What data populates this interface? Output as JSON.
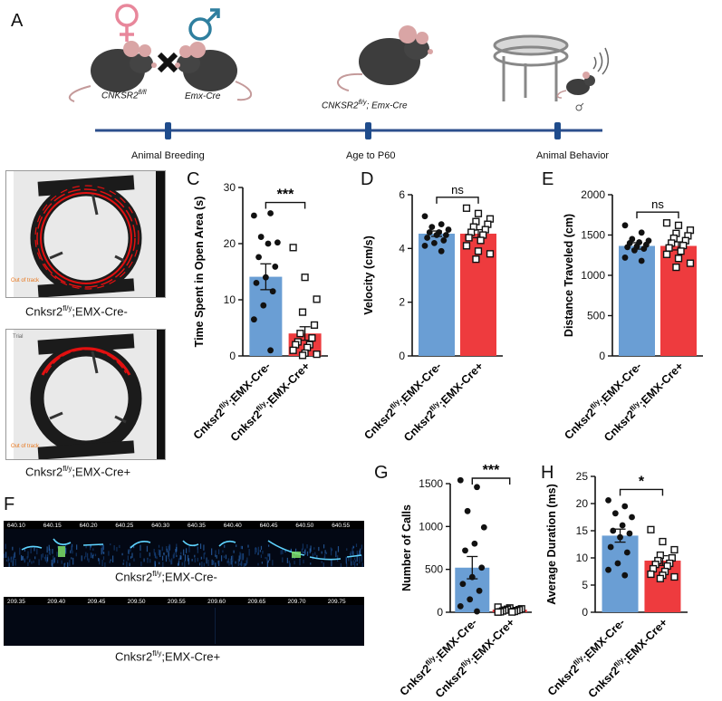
{
  "panels": {
    "A": "A",
    "B": "B",
    "C": "C",
    "D": "D",
    "E": "E",
    "F": "F",
    "G": "G",
    "H": "H"
  },
  "timeline": {
    "female_strain": "CNKSR2",
    "female_sup": "fl/fl",
    "male_strain": "Emx-Cre",
    "offspring_pre": "CNKSR2",
    "offspring_sup": "fl/y",
    "offspring_post": "; Emx-Cre",
    "events": [
      "Animal Breeding",
      "Age to P60",
      "Animal Behavior"
    ]
  },
  "genotypes": {
    "ctrl_pre": "Cnksr2",
    "ctrl_sup": "fl/y",
    "ctrl_post": ";EMX-Cre-",
    "ko_pre": "Cnksr2",
    "ko_sup": "fl/y",
    "ko_post": ";EMX-Cre+"
  },
  "arena_labels": {
    "trial": "Trial",
    "out_of_track": "Out of track"
  },
  "spectrogram": {
    "ctrl_ticks": [
      "640.10",
      "640.15",
      "640.20",
      "640.25",
      "640.30",
      "640.35",
      "640.40",
      "640.45",
      "640.50",
      "640.55"
    ],
    "ko_ticks": [
      "209.35",
      "209.40",
      "209.45",
      "209.50",
      "209.55",
      "209.60",
      "209.65",
      "209.70",
      "209.75"
    ]
  },
  "colors": {
    "control": "#6a9ed4",
    "knockout": "#ee3b3e",
    "timeline": "#2c4f8c",
    "marker": "#1f4c8c"
  },
  "chart_data": [
    {
      "id": "C",
      "type": "bar",
      "ylabel": "Time Spent in Open Area (s)",
      "ylim": [
        0,
        30
      ],
      "yticks": [
        0,
        10,
        20,
        30
      ],
      "values": [
        14.1,
        4.0
      ],
      "errors": [
        2.3,
        1.2
      ],
      "sig": "***",
      "points": [
        [
          25.0,
          25.4,
          21.2,
          20.2,
          20.0,
          17.6,
          15.9,
          14.0,
          13.0,
          11.5,
          9.0,
          6.5,
          1.0
        ],
        [
          19.3,
          14.0,
          10.1,
          7.8,
          5.5,
          4.0,
          3.2,
          2.5,
          2.0,
          2.0,
          1.5,
          1.0,
          0.5,
          0.3,
          0.1
        ]
      ]
    },
    {
      "id": "D",
      "type": "bar",
      "ylabel": "Velocity (cm/s)",
      "ylim": [
        0,
        6
      ],
      "yticks": [
        0,
        2,
        4,
        6
      ],
      "values": [
        4.55,
        4.55
      ],
      "errors": [
        0.1,
        0.15
      ],
      "sig": "ns",
      "points": [
        [
          5.2,
          4.9,
          4.8,
          4.7,
          4.6,
          4.6,
          4.5,
          4.5,
          4.4,
          4.3,
          4.2,
          4.1,
          3.9
        ],
        [
          5.5,
          5.3,
          5.1,
          5.0,
          4.9,
          4.8,
          4.7,
          4.6,
          4.5,
          4.4,
          4.3,
          4.1,
          3.9,
          3.8,
          3.6
        ]
      ]
    },
    {
      "id": "E",
      "type": "bar",
      "ylabel": "Distance Traveled (cm)",
      "ylim": [
        0,
        2000
      ],
      "yticks": [
        0,
        500,
        1000,
        1500,
        2000
      ],
      "values": [
        1365,
        1365
      ],
      "errors": [
        40,
        50
      ],
      "sig": "ns",
      "points": [
        [
          1620,
          1530,
          1450,
          1430,
          1410,
          1400,
          1380,
          1360,
          1350,
          1330,
          1310,
          1220,
          1180
        ],
        [
          1650,
          1620,
          1560,
          1520,
          1490,
          1460,
          1430,
          1400,
          1370,
          1340,
          1300,
          1260,
          1210,
          1150,
          1100
        ]
      ]
    },
    {
      "id": "G",
      "type": "bar",
      "ylabel": "Number of Calls",
      "ylim": [
        0,
        1500
      ],
      "yticks": [
        0,
        500,
        1000,
        1500
      ],
      "values": [
        520,
        30
      ],
      "errors": [
        130,
        8
      ],
      "sig": "***",
      "points": [
        [
          1540,
          1460,
          1180,
          990,
          800,
          720,
          520,
          410,
          330,
          250,
          150,
          70,
          10
        ],
        [
          60,
          50,
          40,
          35,
          30,
          25,
          20,
          15,
          10,
          5,
          3,
          2
        ]
      ]
    },
    {
      "id": "H",
      "type": "bar",
      "ylabel": "Average Duration (ms)",
      "ylim": [
        0,
        25
      ],
      "yticks": [
        0,
        5,
        10,
        15,
        20,
        25
      ],
      "values": [
        14.1,
        9.5
      ],
      "errors": [
        1.2,
        0.9
      ],
      "sig": "*",
      "points": [
        [
          20.6,
          19.5,
          18.2,
          17.5,
          16.0,
          15.0,
          14.5,
          13.8,
          12.0,
          11.0,
          9.0,
          7.8,
          6.8
        ],
        [
          15.2,
          13.0,
          11.5,
          10.5,
          10.0,
          9.5,
          9.0,
          8.8,
          8.5,
          8.0,
          7.5,
          7.0,
          6.8,
          6.5,
          6.2
        ]
      ]
    }
  ]
}
